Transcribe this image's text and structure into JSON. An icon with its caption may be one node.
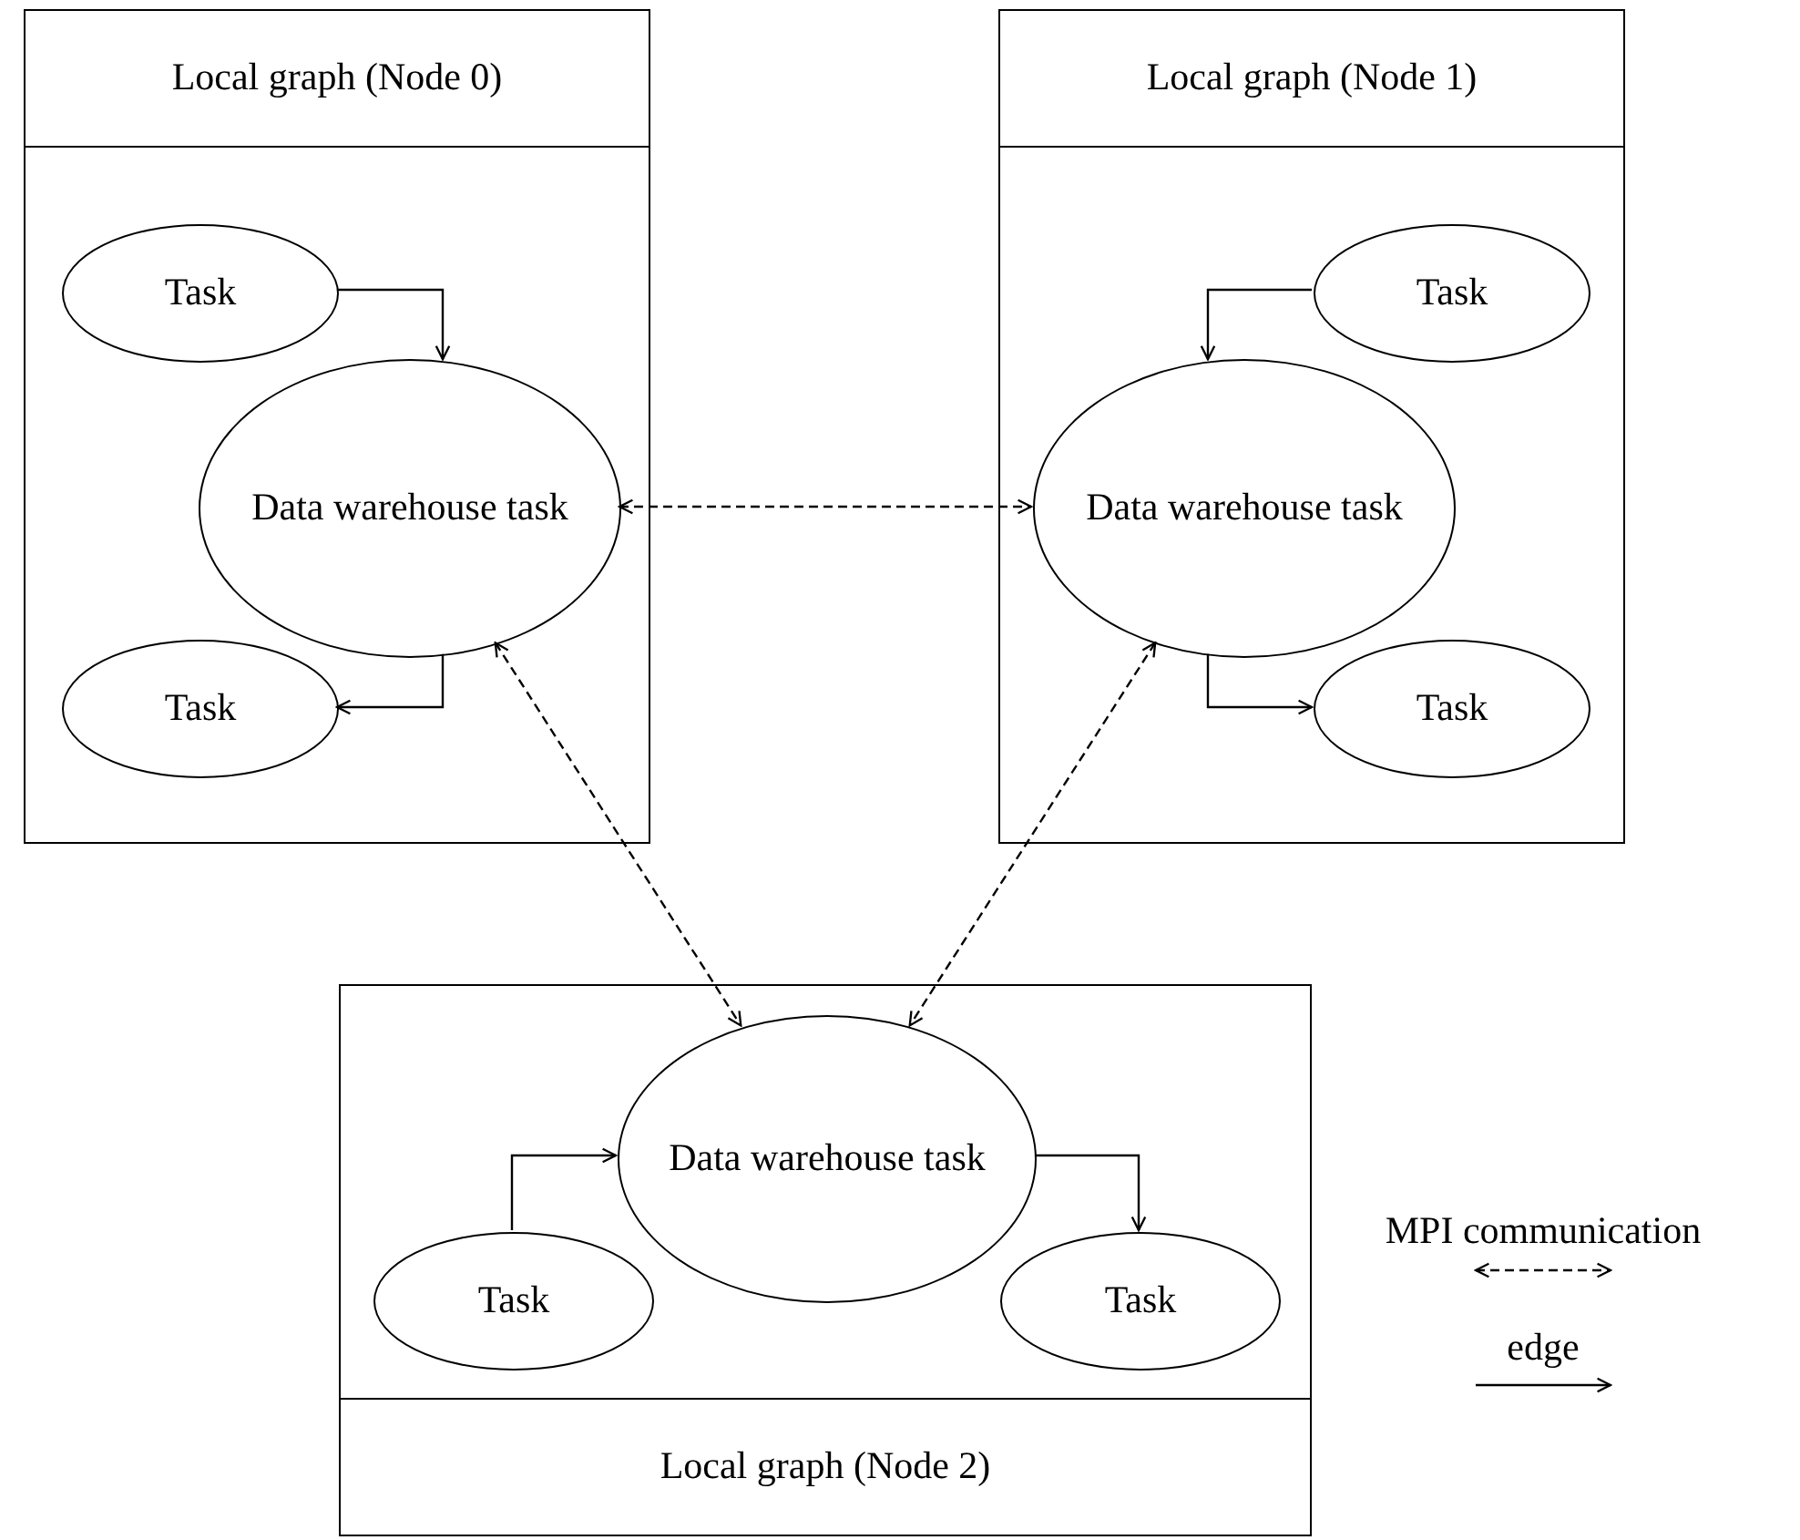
{
  "diagram": {
    "nodes": [
      {
        "text": [
          "Local graph (Node 0)"
        ]
      },
      {
        "text": [
          "Task"
        ],
        "in": 0
      },
      {
        "text": [
          "Data warehouse task"
        ],
        "in": 0
      },
      {
        "text": [
          "Task"
        ],
        "in": 0
      },
      {
        "text": [
          "Local graph (Node 1)"
        ]
      },
      {
        "text": [
          "Task"
        ],
        "in": 4
      },
      {
        "text": [
          "Data warehouse task"
        ],
        "in": 4
      },
      {
        "text": [
          "Task"
        ],
        "in": 4
      },
      {
        "text": [
          "Local graph (Node 2)"
        ]
      },
      {
        "text": [
          "Data warehouse task"
        ],
        "in": 8
      },
      {
        "text": [
          "Task"
        ],
        "in": 8
      },
      {
        "text": [
          "Task"
        ],
        "in": 8
      }
    ],
    "edges": [
      {
        "from": 1,
        "to": 2,
        "arrow": "to"
      },
      {
        "from": 2,
        "to": 3,
        "arrow": "to"
      },
      {
        "from": 5,
        "to": 6,
        "arrow": "to"
      },
      {
        "from": 6,
        "to": 7,
        "arrow": "to"
      },
      {
        "from": 10,
        "to": 9,
        "arrow": "to"
      },
      {
        "from": 9,
        "to": 11,
        "arrow": "to"
      },
      {
        "from": 2,
        "to": 6,
        "arrow": "both",
        "style": "dashed"
      },
      {
        "from": 2,
        "to": 9,
        "arrow": "both",
        "style": "dashed"
      },
      {
        "from": 6,
        "to": 9,
        "arrow": "both",
        "style": "dashed"
      }
    ],
    "legend": [
      {
        "text": "MPI communication"
      },
      {
        "text": "edge"
      }
    ]
  }
}
